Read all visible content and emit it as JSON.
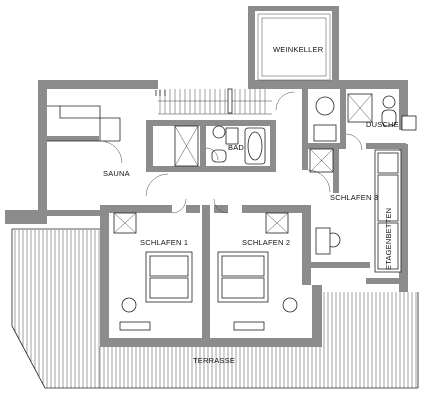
{
  "rooms": {
    "weinkeller": "WEINKELLER",
    "bad": "BAD",
    "dusche": "DUSCHE",
    "sauna": "SAUNA",
    "schlafen3": "SCHLAFEN 3",
    "etagenbetten": "ETAGENBETTEN",
    "schlafen1": "SCHLAFEN 1",
    "schlafen2": "SCHLAFEN 2",
    "terrasse": "TERRASSE"
  }
}
